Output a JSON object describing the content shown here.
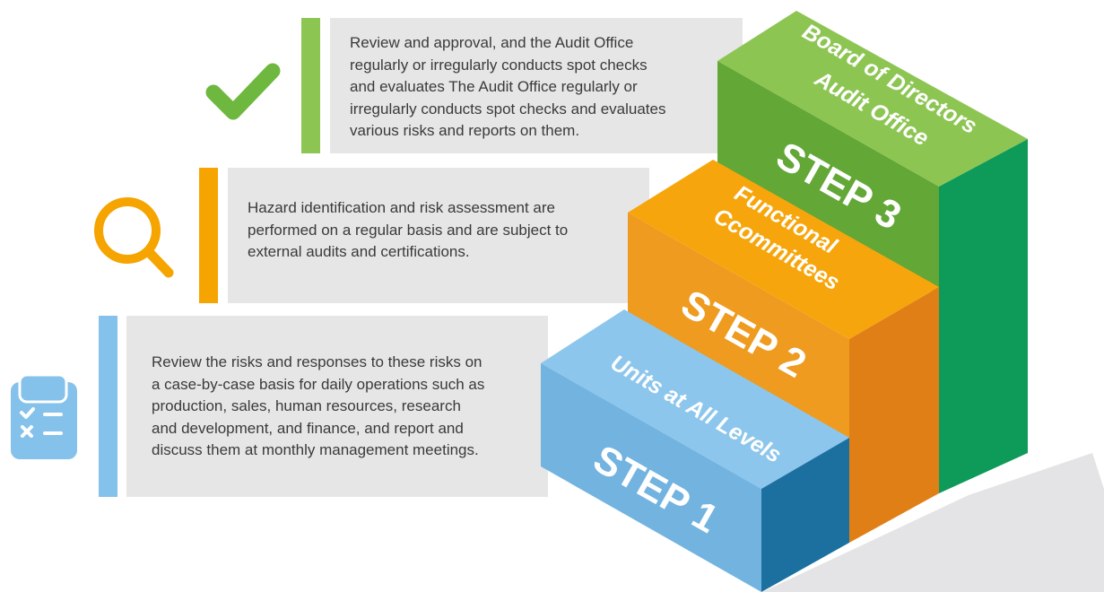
{
  "colors": {
    "step1_top": "#8cc6ec",
    "step1_front": "#72b3e0",
    "step1_side": "#1c70a0",
    "step2_top": "#f6a60c",
    "step2_front": "#ee9b20",
    "step2_side": "#e17f17",
    "step3_top": "#8dc553",
    "step3_front": "#63a737",
    "step3_side": "#0e9a58",
    "panel_bg": "#e6e6e6",
    "bar_blue": "#84c1eb",
    "bar_orange": "#f5a400",
    "bar_green": "#8dc553"
  },
  "steps": [
    {
      "step_label": "STEP 1",
      "top_label": "Units at All Levels",
      "description": "Review the risks and responses to these risks on\na case-by-case basis for daily operations such as\nproduction, sales, human resources, research\nand development, and finance, and report and\ndiscuss them at monthly management meetings.",
      "icon": "checklist-icon"
    },
    {
      "step_label": "STEP 2",
      "top_label_line1": "Functional",
      "top_label_line2": "Ccommittees",
      "description": "Hazard identification and risk assessment are\nperformed on a regular basis and are subject to\nexternal audits and certifications.",
      "icon": "magnifier-icon"
    },
    {
      "step_label": "STEP 3",
      "top_label_line1": "Board of Directors",
      "top_label_line2": "Audit Office",
      "description": "Review and approval, and the Audit Office\nregularly or irregularly conducts spot checks\nand evaluates The Audit Office regularly or\nirregularly conducts spot checks and evaluates\nvarious risks and reports on them.",
      "icon": "checkmark-icon"
    }
  ]
}
